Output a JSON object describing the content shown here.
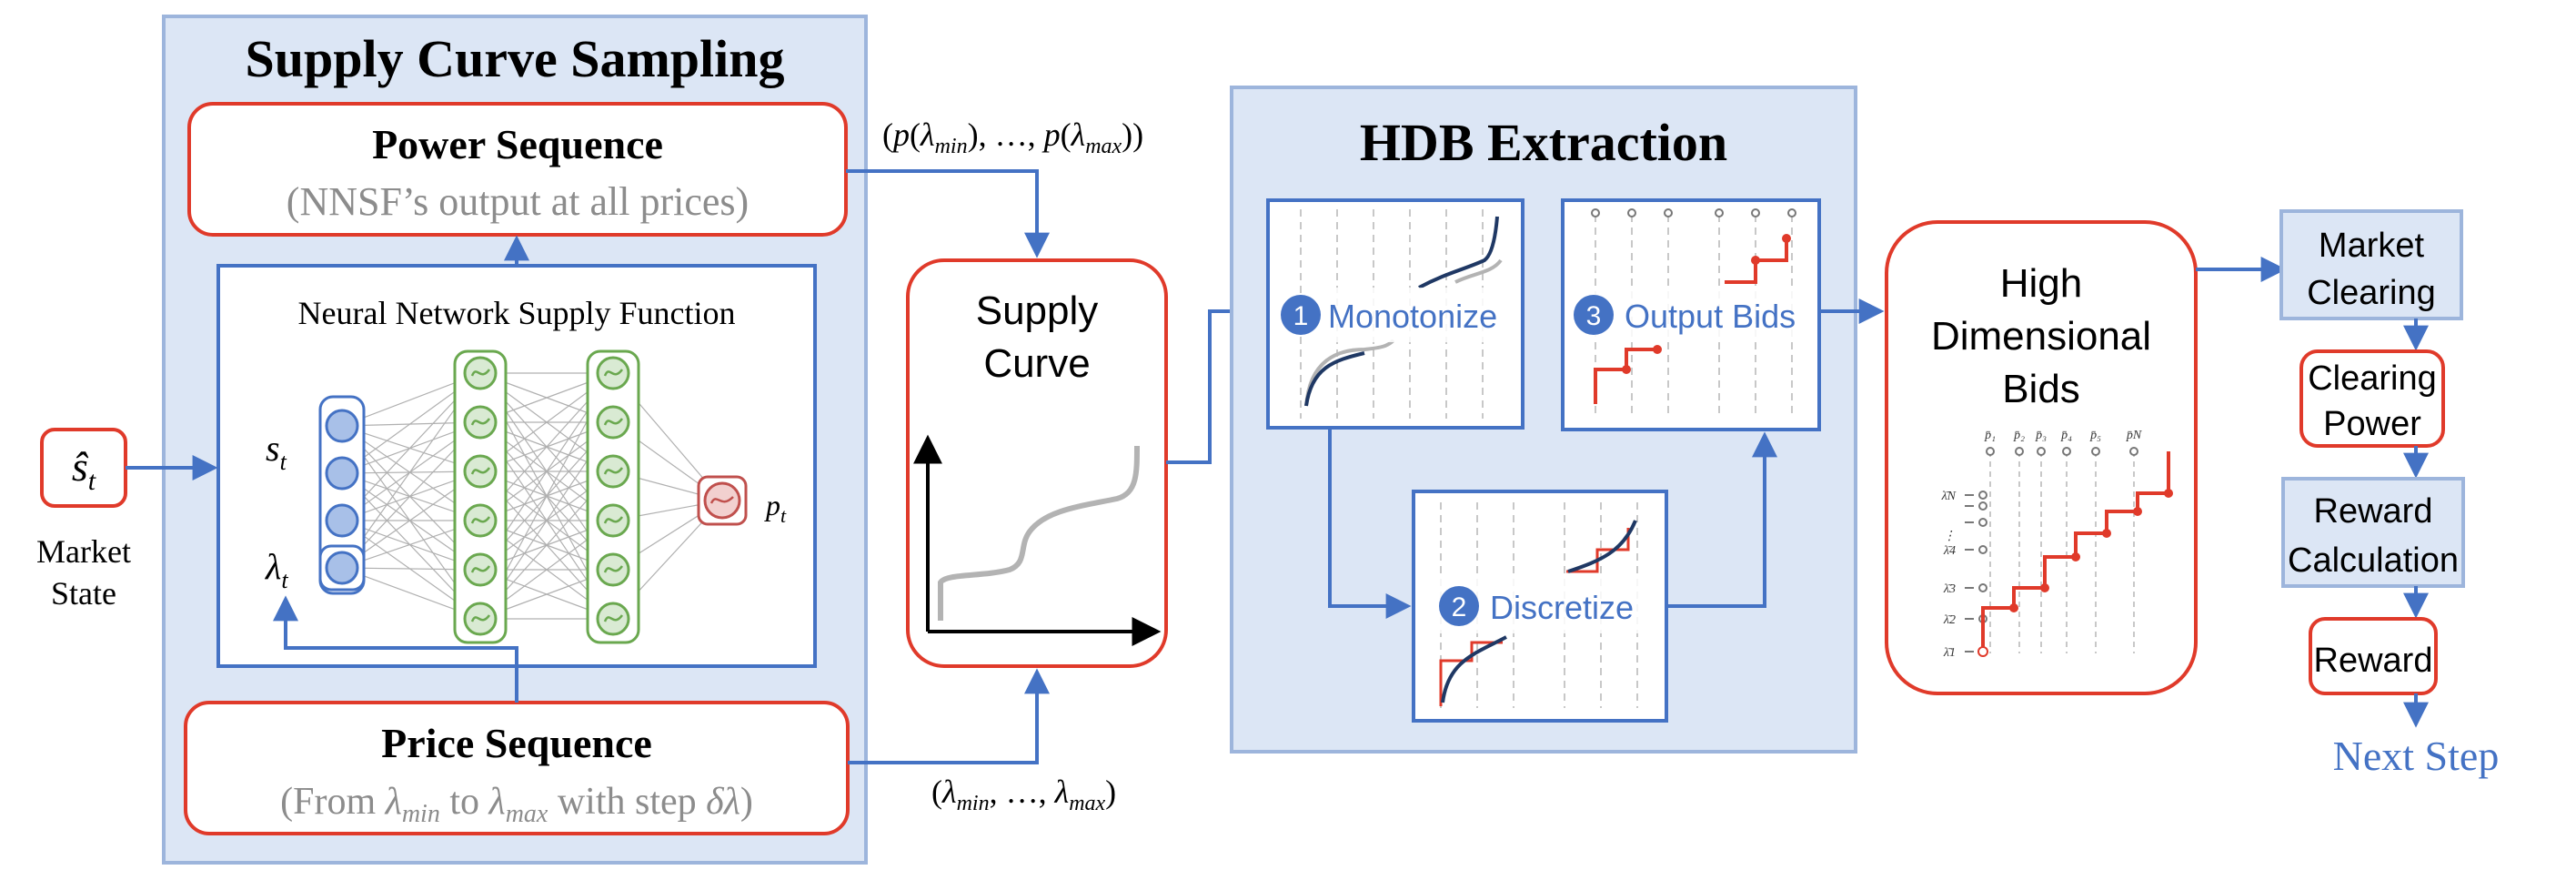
{
  "colors": {
    "panel_fill": "#dce6f5",
    "panel_stroke": "#9db5dc",
    "red": "#e03a2a",
    "blue": "#4472c4",
    "gray_text": "#8c8c8c",
    "green": "#6aa84f",
    "neuron_blue": "#a8c0e8",
    "navy": "#1f3864",
    "next_step": "#4472c4"
  },
  "input": {
    "symbol": "ŝ",
    "symbol_sub": "t",
    "caption_line1": "Market",
    "caption_line2": "State"
  },
  "supply_sampling": {
    "title": "Supply Curve Sampling",
    "power_title": "Power Sequence",
    "power_sub": "(NNSF’s output at all prices)",
    "nn_title": "Neural Network Supply Function",
    "s_label": "s",
    "s_sub": "t",
    "lambda_label": "λ",
    "lambda_sub": "t",
    "p_label": "p",
    "p_sub": "t",
    "price_title": "Price Sequence",
    "price_sub_parts": [
      "(From ",
      "λ",
      "min",
      " to ",
      "λ",
      "max",
      " with step ",
      "δλ",
      ")"
    ]
  },
  "edge_labels": {
    "power_seq": "(p(λmin), …, p(λmax))",
    "power_seq_parts": [
      "(",
      "p",
      "(",
      "λ",
      "min",
      "), …, ",
      "p",
      "(",
      "λ",
      "max",
      "))"
    ],
    "price_seq_parts": [
      "(",
      "λ",
      "min",
      ", …, ",
      "λ",
      "max",
      ")"
    ]
  },
  "supply_curve": {
    "line1": "Supply",
    "line2": "Curve"
  },
  "hdb": {
    "title": "HDB Extraction",
    "step1_num": "1",
    "step1_label": "Monotonize",
    "step2_num": "2",
    "step2_label": "Discretize",
    "step3_num": "3",
    "step3_label": "Output Bids"
  },
  "high_dim": {
    "line1": "High",
    "line2": "Dimensional",
    "line3": "Bids",
    "top_ticks": [
      "p̄₁",
      "p̄₂",
      "p̄₃",
      "p̄₄",
      "p̄₅",
      "p̄N"
    ],
    "left_ticks": [
      "λ̄N",
      "⋮",
      "λ̄4",
      "λ̄3",
      "λ̄2",
      "λ̄1"
    ]
  },
  "pipeline": {
    "market_clearing_1": "Market",
    "market_clearing_2": "Clearing",
    "clearing_power_1": "Clearing",
    "clearing_power_2": "Power",
    "reward_calc_1": "Reward",
    "reward_calc_2": "Calculation",
    "reward": "Reward",
    "next_step": "Next Step"
  }
}
